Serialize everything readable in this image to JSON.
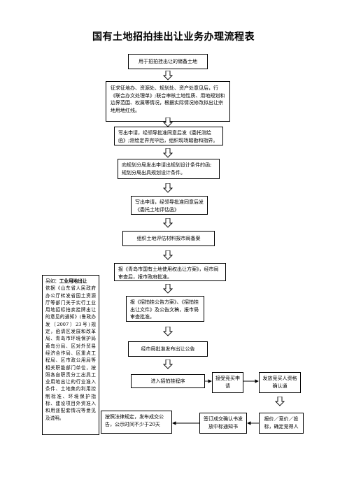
{
  "title": "国有土地招拍挂出让业务办理流程表",
  "steps": [
    "用于招拍挂出让的储备土地",
    "征求征地办、资源处、规划处、资产处意见后，行《联合办文处理单》;联合审核土地性质、用地规划和边界范围、权属等情况，根据实际情况修改拟出让宗地用地红线。",
    "写出申请，经领导批准同意后发《委托测绘函》;测绘定界完毕后，组织现场踏勘和指界。",
    "向规划分局发出申请出规划设计条件的函;规划分局出具规划设计条件。",
    "写出申请，经领导批准同意后发《委托土地评估函》",
    "组织土地评估材料报市局备案",
    "报《青岛市国有土地使用权出让方案》，经市局审查后，报市政府批准。",
    "报《招拍挂公告方案》、《招拍挂出让文件》及公告文稿，报市局审查批准。",
    "经市局批准发布出让公告",
    "进入招拍挂程序",
    "接受竞买申请",
    "发放竞买人资格确认通",
    "报价／竞价／投标，确定竞得人",
    "签订成交确认书发放中标通知书",
    "按照法律规定，发布成交公告，公示时间不少于20天"
  ],
  "side_note": {
    "prefix": "另如：",
    "heading": "工业用地出让",
    "body": "依据《山东省人民政府办公厅转发省国土资源厅等部门关于实行工业用地招标拍卖挂牌出让的意见的通知》(鲁政办发〔2007〕23号)规定，函请区发展和改革局、青岛市环境保护局黄岛分局、区对外贸易经济合作局、区重点工程局、区市政公用局等相关职能部门单位，按照各自职责分工出具工业用地出让的行业准入条件、土地集约利用控制标准、环境保护指标、建设项目外资准入和用途配套情况等意见及说明。"
  }
}
